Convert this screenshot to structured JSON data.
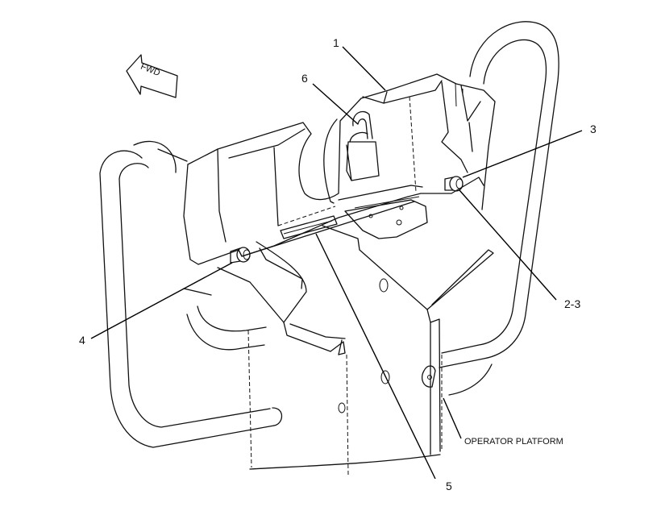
{
  "direction_arrow": {
    "text": "FWD"
  },
  "callouts": {
    "c1": "1",
    "c2_3": "2-3",
    "c3": "3",
    "c4": "4",
    "c5": "5",
    "c6": "6"
  },
  "labels": {
    "platform": "OPERATOR PLATFORM"
  }
}
